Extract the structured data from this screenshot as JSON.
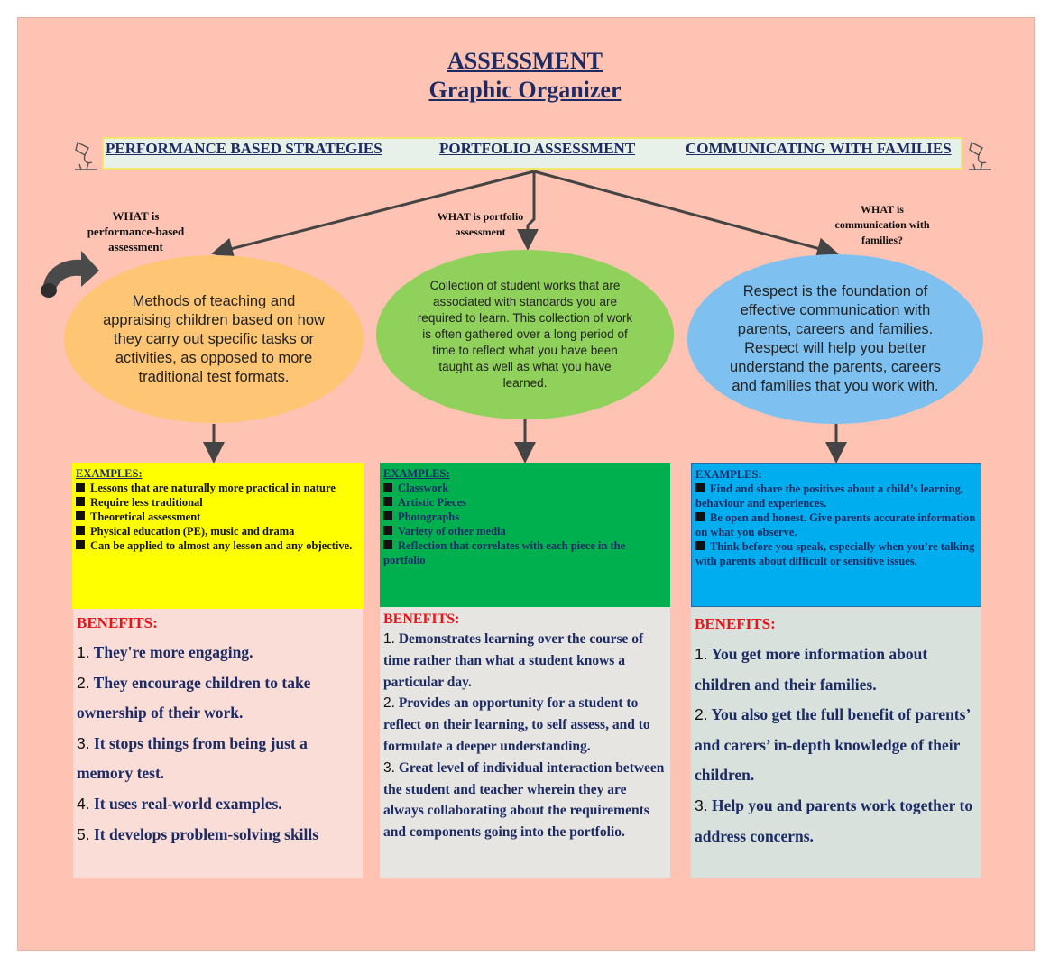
{
  "title": {
    "line1": "ASSESSMENT",
    "line2": "Graphic Organizer"
  },
  "banner": {
    "items": [
      "PERFORMANCE BASED STRATEGIES",
      "PORTFOLIO ASSESSMENT",
      "COMMUNICATING WITH FAMILIES"
    ],
    "icons": [
      "bulb-icon",
      "bulb-icon"
    ]
  },
  "columns": [
    {
      "question": "WHAT is performance-based assessment",
      "description": "Methods of teaching and appraising children based on how they carry out specific tasks or activities, as opposed to more traditional test formats.",
      "ellipse_color": "#fdc574",
      "examples_color": "#ffff00",
      "examples_heading": "EXAMPLES:",
      "examples": [
        "Lessons that are naturally more practical in nature",
        "Require less traditional",
        "Theoretical assessment",
        "Physical education (PE), music and drama",
        "Can be applied to almost any lesson and any objective."
      ],
      "benefits_color": "#f9ddd6",
      "benefits_heading": "BENEFITS:",
      "benefits": [
        {
          "num": "1.",
          "text": "They're more engaging."
        },
        {
          "num": "2.",
          "text": "They encourage children to take ownership of their work."
        },
        {
          "num": "3.",
          "text": "It stops things from being just a memory test."
        },
        {
          "num": "4.",
          "text": "It uses real-world examples."
        },
        {
          "num": "5.",
          "text": "It develops problem-solving skills"
        }
      ]
    },
    {
      "question": "WHAT is portfolio assessment",
      "description": "Collection of student works that are associated with standards you are required to learn. This collection of work is often gathered over a long period of time to reflect what you have been taught as well as what you have learned.",
      "ellipse_color": "#8fd15b",
      "examples_color": "#00b04f",
      "examples_heading": "EXAMPLES:",
      "examples": [
        "Classwork",
        "Artistic Pieces",
        "Photographs",
        "Variety of other media",
        "Reflection that correlates with each piece in the portfolio"
      ],
      "benefits_color": "#e6e5e1",
      "benefits_heading": "BENEFITS:",
      "benefits": [
        {
          "num": "1.",
          "text": "Demonstrates learning over the course of time rather than what a student knows a particular day."
        },
        {
          "num": "2.",
          "text": "Provides an opportunity for a student to reflect on their learning, to self assess, and to formulate a deeper understanding."
        },
        {
          "num": "3.",
          "text": "Great level of individual interaction between the student and teacher wherein they are always collaborating about the requirements and components going into the portfolio."
        }
      ]
    },
    {
      "question": "WHAT is communication with families?",
      "description": "Respect is the foundation of effective communication with parents, careers and families. Respect will help you better understand the parents, careers and families that you work with.",
      "ellipse_color": "#7ec1f1",
      "examples_color": "#00aeef",
      "examples_heading": "EXAMPLES:",
      "examples": [
        "Find and share the positives about a child’s learning, behaviour and experiences.",
        "Be open and honest. Give parents accurate information on what you observe.",
        "Think before you speak, especially when you’re talking with parents about difficult or sensitive issues."
      ],
      "benefits_color": "#d8e1dc",
      "benefits_heading": "BENEFITS:",
      "benefits": [
        {
          "num": "1.",
          "text": "You get more information about children and their families."
        },
        {
          "num": "2.",
          "text": "You also get the full benefit of parents’ and carers’ in-depth knowledge of their children."
        },
        {
          "num": "3.",
          "text": "Help you and parents work together to address concerns."
        }
      ]
    }
  ]
}
